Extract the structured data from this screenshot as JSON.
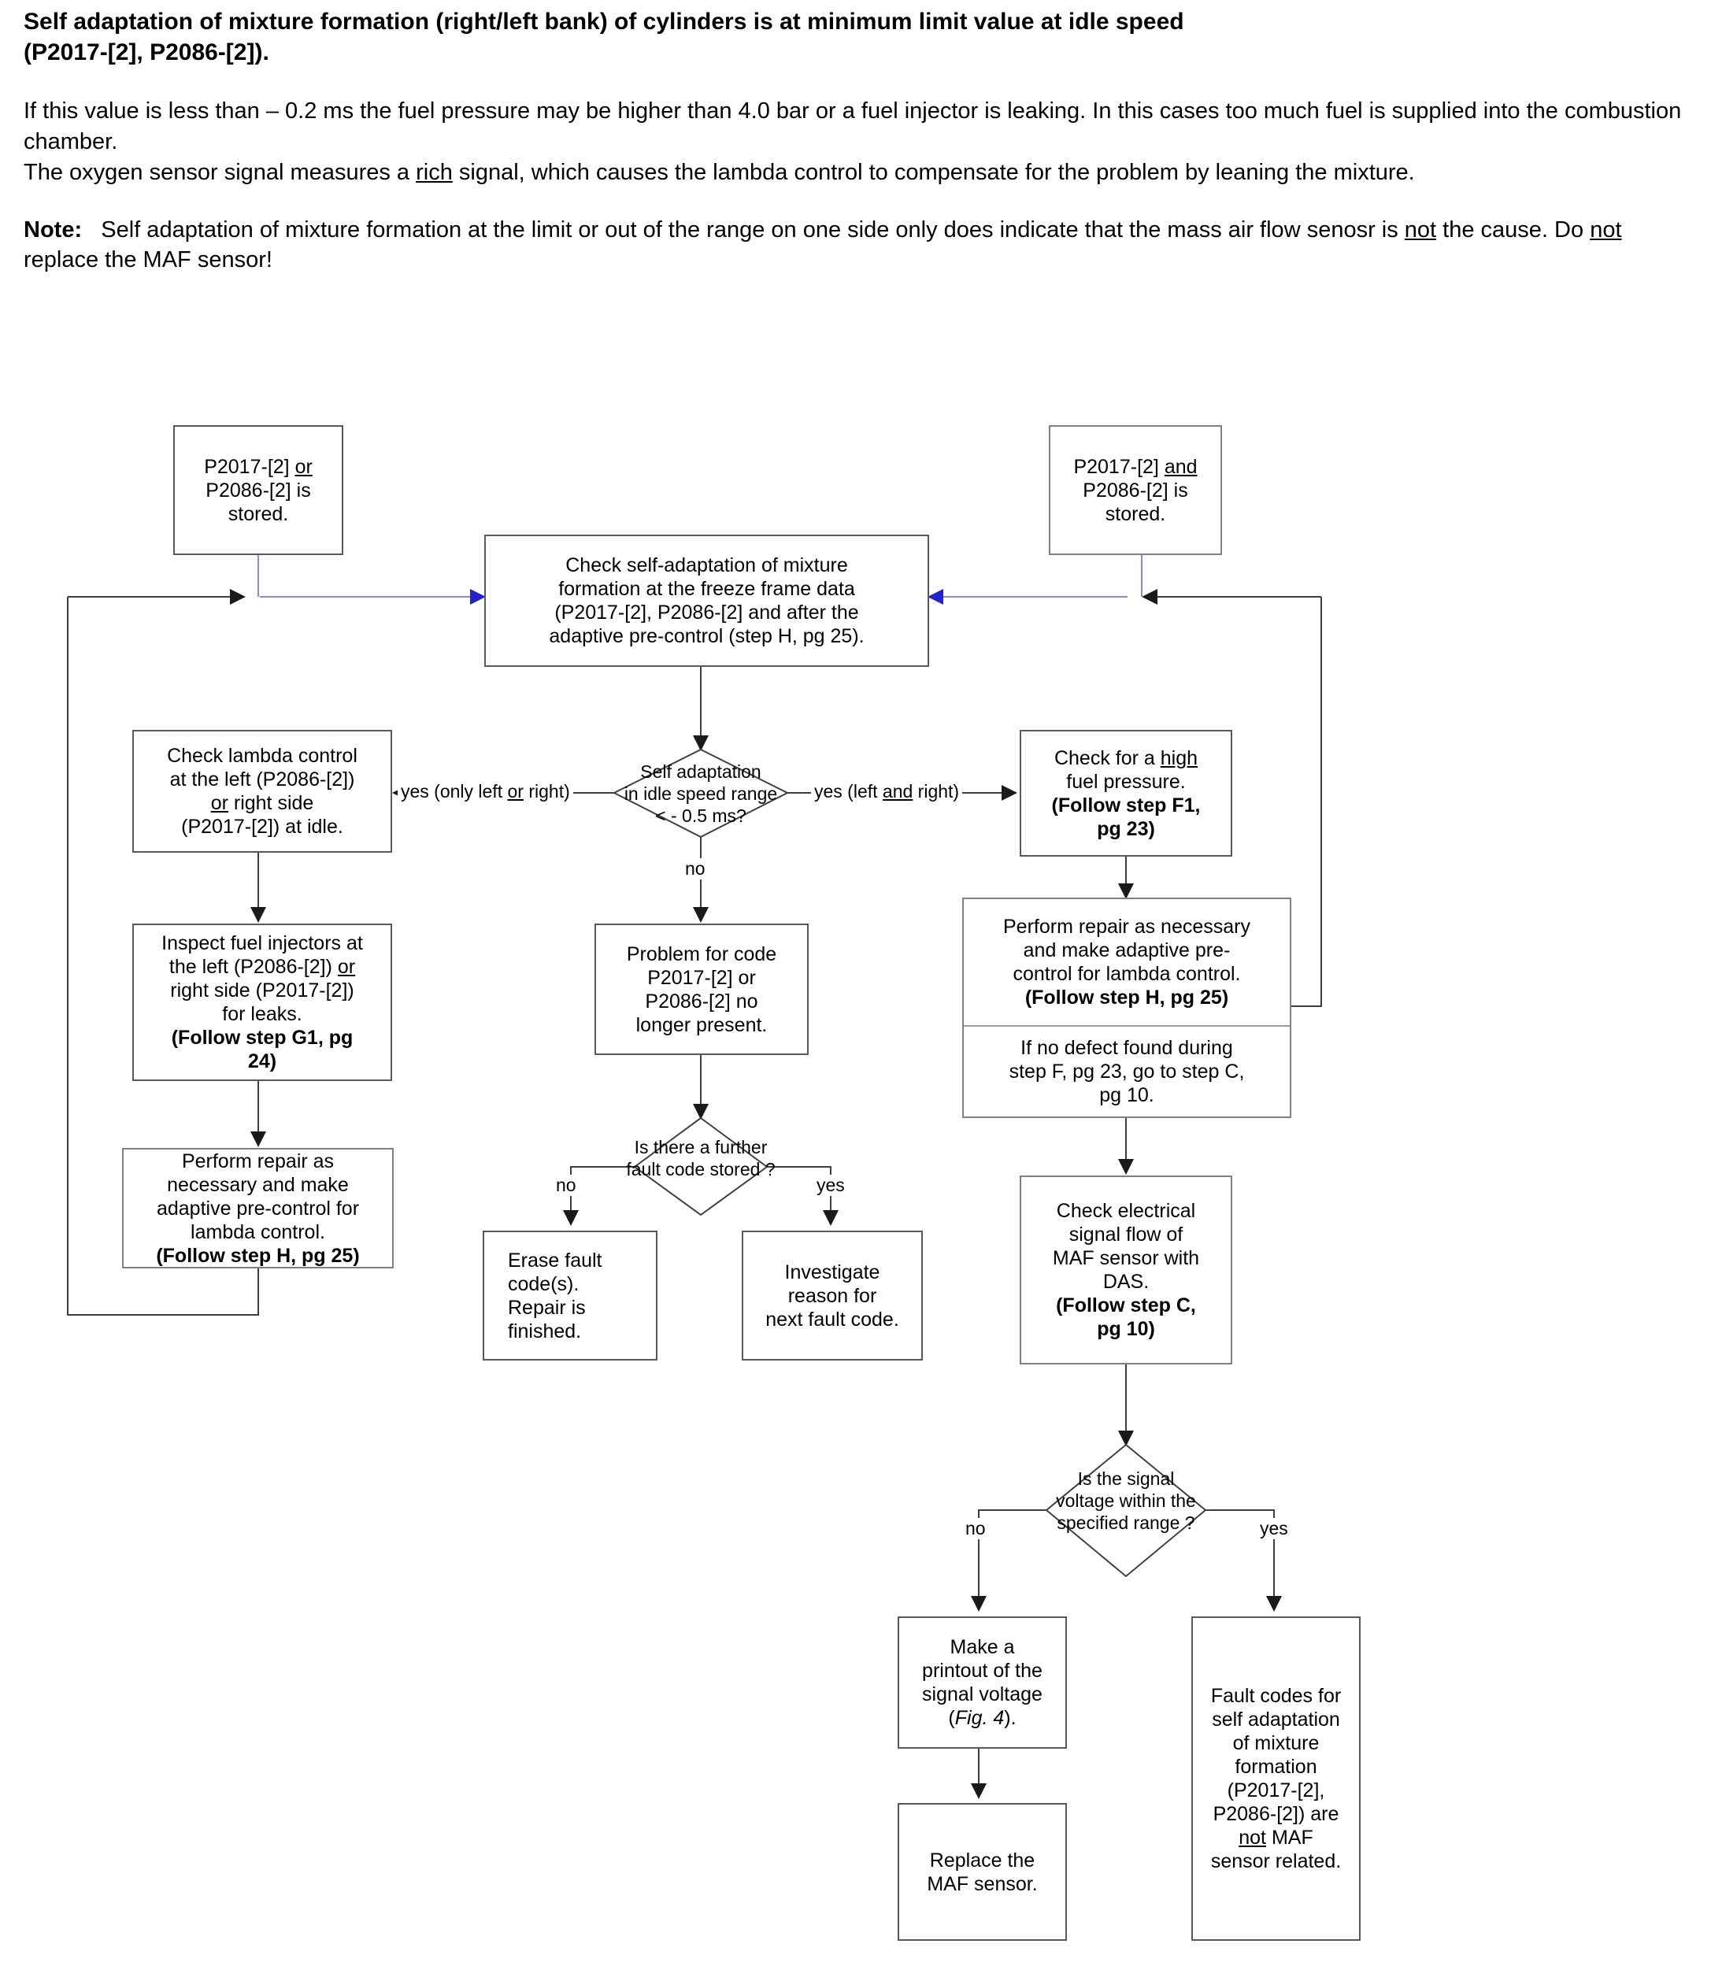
{
  "document": {
    "title_line1": "Self adaptation of mixture formation (right/left bank) of cylinders is at minimum limit value at idle speed",
    "title_line2": "(P2017-[2], P2086-[2]).",
    "para1": "If this value is less than – 0.2 ms the fuel pressure may be higher than 4.0 bar or a fuel injector is leaking. In this cases too much fuel is supplied into the combustion chamber.",
    "para2_a": "The oxygen sensor signal measures a ",
    "para2_rich": "rich",
    "para2_b": " signal, which causes the lambda control to compensate for the problem by leaning the mixture.",
    "note_label": "Note:",
    "note_a": "Self adaptation of mixture formation at the limit or out of the range on one side only does indicate that the mass air flow senosr is ",
    "note_not1": "not",
    "note_b": " the cause. Do ",
    "note_not2": "not",
    "note_c": " replace the  MAF sensor!"
  },
  "flowchart": {
    "nodes": {
      "start_left": {
        "l1_a": "P2017-[2] ",
        "l1_or": "or",
        "l2": "P2086-[2] is",
        "l3": "stored."
      },
      "start_right": {
        "l1_a": "P2017-[2] ",
        "l1_and": "and",
        "l2": "P2086-[2] is",
        "l3": "stored."
      },
      "check_self_adaptation": {
        "l1": "Check self-adaptation of mixture",
        "l2": "formation at the freeze frame data",
        "l3": "(P2017-[2], P2086-[2] and after the",
        "l4": "adaptive pre-control (step H, pg 25)."
      },
      "decision_idle": {
        "l1": "Self adaptation",
        "l2": "in idle speed range",
        "l3": "< - 0.5 ms?"
      },
      "check_lambda": {
        "l1": "Check lambda control",
        "l2": "at the left (P2086-[2])",
        "l3_or": "or",
        "l3_b": " right side",
        "l4": "(P2017-[2]) at idle."
      },
      "inspect_injectors": {
        "l1": "Inspect fuel injectors at",
        "l2_a": "the left (P2086-[2]) ",
        "l2_or": "or",
        "l3": "right side (P2017-[2])",
        "l4": "for leaks.",
        "l5": "(Follow step G1, pg",
        "l6": "24)"
      },
      "perform_repair_left": {
        "l1": "Perform repair as",
        "l2": "necessary and make",
        "l3": "adaptive pre-control for",
        "l4": "lambda control.",
        "l5": "(Follow step H, pg 25)"
      },
      "problem_no_longer": {
        "l1": "Problem for code",
        "l2": "P2017-[2] or",
        "l3": "P2086-[2] no",
        "l4": "longer present."
      },
      "decision_further_fault": {
        "l1": "Is there a further",
        "l2": "fault code stored ?"
      },
      "erase_fault_codes": {
        "l1": "Erase fault",
        "l2": "code(s).",
        "l3": "Repair is",
        "l4": "finished."
      },
      "investigate_reason": {
        "l1": "Investigate",
        "l2": "reason for",
        "l3": "next fault code."
      },
      "check_fuel_pressure": {
        "l1_a": "Check for a ",
        "l1_high": "high",
        "l2": "fuel pressure.",
        "l3": "(Follow step F1,",
        "l4": "pg 23)"
      },
      "perform_repair_right": {
        "l1": "Perform repair as necessary",
        "l2": "and make adaptive pre-",
        "l3": "control for lambda control.",
        "l4": "(Follow step H, pg 25)",
        "l5": "If no defect found during",
        "l6": "step F, pg 23, go to step C,",
        "l7": "pg 10."
      },
      "check_electrical_signal": {
        "l1": "Check electrical",
        "l2": "signal flow of",
        "l3": "MAF sensor with",
        "l4": "DAS.",
        "l5": "(Follow step C,",
        "l6": "pg 10)"
      },
      "decision_signal_voltage": {
        "l1": "Is the signal",
        "l2": "voltage  within the",
        "l3": "specified range ?"
      },
      "make_printout": {
        "l1": "Make a",
        "l2": "printout of the",
        "l3": "signal voltage",
        "l4_a": "(",
        "l4_fig": "Fig. 4",
        "l4_b": ")."
      },
      "replace_maf": {
        "l1": "Replace the",
        "l2": "MAF sensor."
      },
      "fault_codes_not_maf": {
        "l1": "Fault codes for",
        "l2": "self adaptation",
        "l3": "of mixture",
        "l4": "formation",
        "l5": "(P2017-[2],",
        "l6": "P2086-[2]) are",
        "l7_not": "not",
        "l7_b": "  MAF",
        "l8": "sensor related."
      }
    },
    "edge_labels": {
      "yes_only_left_or_right_a": "yes (only left ",
      "yes_only_left_or_right_or": "or",
      "yes_only_left_or_right_b": " right)",
      "yes_left_and_right_a": "yes (left ",
      "yes_left_and_right_and": "and",
      "yes_left_and_right_b": " right)",
      "no_idle": "no",
      "no_further": "no",
      "yes_further": "yes",
      "no_voltage": "no",
      "yes_voltage": "yes"
    },
    "colors": {
      "connector_blue": "#4a4ad0",
      "connector_black": "#3f3f3f",
      "node_border": "#595959"
    }
  }
}
